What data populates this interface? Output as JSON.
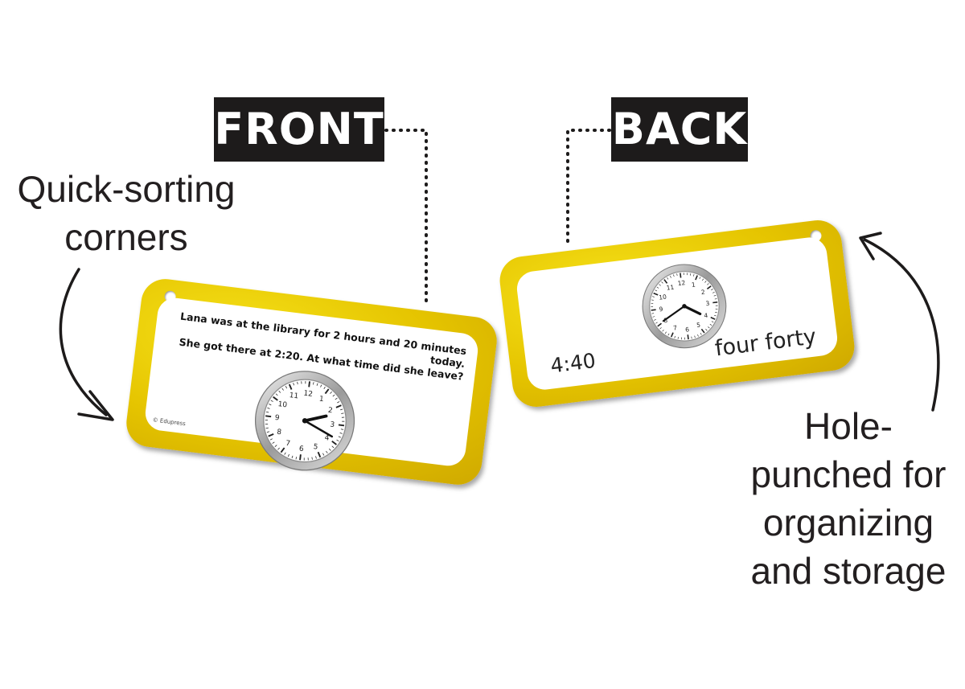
{
  "labels": {
    "front": "FRONT",
    "back": "BACK"
  },
  "captions": {
    "corners": [
      "Quick-sorting",
      "corners"
    ],
    "hole": [
      "Hole-",
      "punched for",
      "organizing",
      "and storage"
    ]
  },
  "front_card": {
    "question_lines": [
      "Lana was at the library for 2 hours and 20 minutes today.",
      "She got there at 2:20. At what time did she leave?"
    ],
    "copyright": "© Edupress",
    "clock_numbers": [
      "12",
      "1",
      "2",
      "3",
      "4",
      "5",
      "6",
      "7",
      "8",
      "9",
      "10",
      "11"
    ]
  },
  "back_card": {
    "answer_words": "four forty",
    "answer_digits": "4:40",
    "clock_numbers": [
      "12",
      "1",
      "2",
      "3",
      "4",
      "5",
      "6",
      "7",
      "8",
      "9",
      "10",
      "11"
    ]
  },
  "colors": {
    "card_yellow": "#e5c400",
    "label_black": "#1d1b1b"
  }
}
